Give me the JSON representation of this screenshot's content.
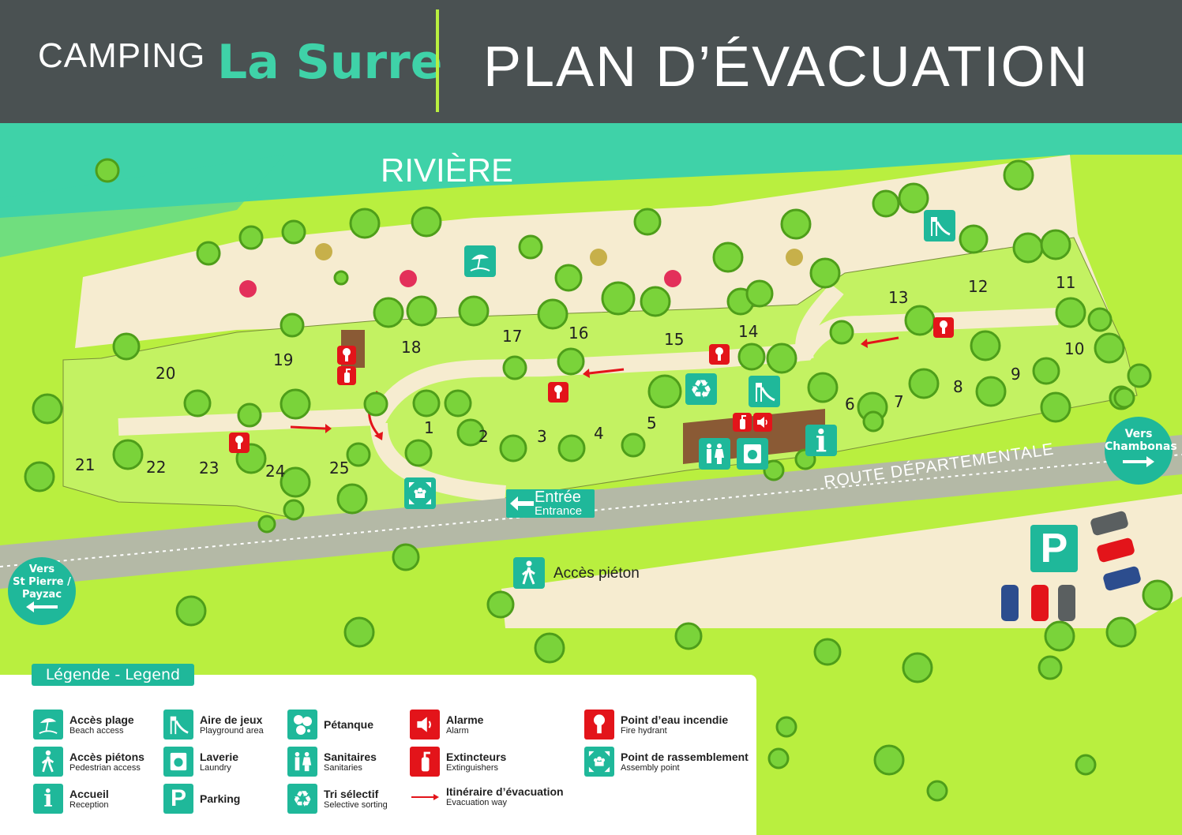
{
  "header": {
    "brand_prefix": "CAMPING",
    "brand_name": "La Surre",
    "title": "PLAN D’ÉVACUATION"
  },
  "map": {
    "river_label": "RIVIÈRE",
    "road_label": "ROUTE DÉPARTEMENTALE",
    "entrance": {
      "fr": "Entrée",
      "en": "Entrance"
    },
    "pedestrian_label": "Accès piéton",
    "parking_label": "P",
    "info_label": "i",
    "dir_right": "Vers\nChambonas",
    "dir_left": "Vers\nSt Pierre /\nPayzac",
    "lots": [
      "1",
      "2",
      "3",
      "4",
      "5",
      "6",
      "7",
      "8",
      "9",
      "10",
      "11",
      "12",
      "13",
      "14",
      "15",
      "16",
      "17",
      "18",
      "19",
      "20",
      "21",
      "22",
      "23",
      "24",
      "25"
    ],
    "colors": {
      "header": "#4a5152",
      "accent": "#1fb89a",
      "grass": "#b9ef3f",
      "alert": "#e3141a",
      "road": "#b4b9a6",
      "sand": "#f6ecd0",
      "river": "#3fd2a8"
    }
  },
  "legend": {
    "title": "Légende - Legend",
    "items": [
      {
        "fr": "Accès plage",
        "en": "Beach access",
        "icon": "beach-umbrella-icon"
      },
      {
        "fr": "Accès piétons",
        "en": "Pedestrian access",
        "icon": "pedestrian-icon"
      },
      {
        "fr": "Accueil",
        "en": "Reception",
        "icon": "info-icon",
        "glyph": "i"
      },
      {
        "fr": "Aire de jeux",
        "en": "Playground area",
        "icon": "slide-icon"
      },
      {
        "fr": "Laverie",
        "en": "Laundry",
        "icon": "laundry-icon"
      },
      {
        "fr": "Parking",
        "en": "",
        "icon": "parking-icon",
        "glyph": "P"
      },
      {
        "fr": "Pétanque",
        "en": "",
        "icon": "petanque-icon"
      },
      {
        "fr": "Sanitaires",
        "en": "Sanitaries",
        "icon": "toilets-icon"
      },
      {
        "fr": "Tri sélectif",
        "en": "Selective sorting",
        "icon": "recycle-icon",
        "glyph": "♻"
      },
      {
        "fr": "Alarme",
        "en": "Alarm",
        "icon": "alarm-icon"
      },
      {
        "fr": "Extincteurs",
        "en": "Extinguishers",
        "icon": "extinguisher-icon"
      },
      {
        "fr": "Itinéraire d’évacuation",
        "en": "Evacuation way",
        "icon": "evacuation-arrow-icon"
      },
      {
        "fr": "Point d’eau incendie",
        "en": "Fire hydrant",
        "icon": "fire-hydrant-icon"
      },
      {
        "fr": "Point de rassemblement",
        "en": "Assembly point",
        "icon": "assembly-point-icon"
      }
    ]
  }
}
